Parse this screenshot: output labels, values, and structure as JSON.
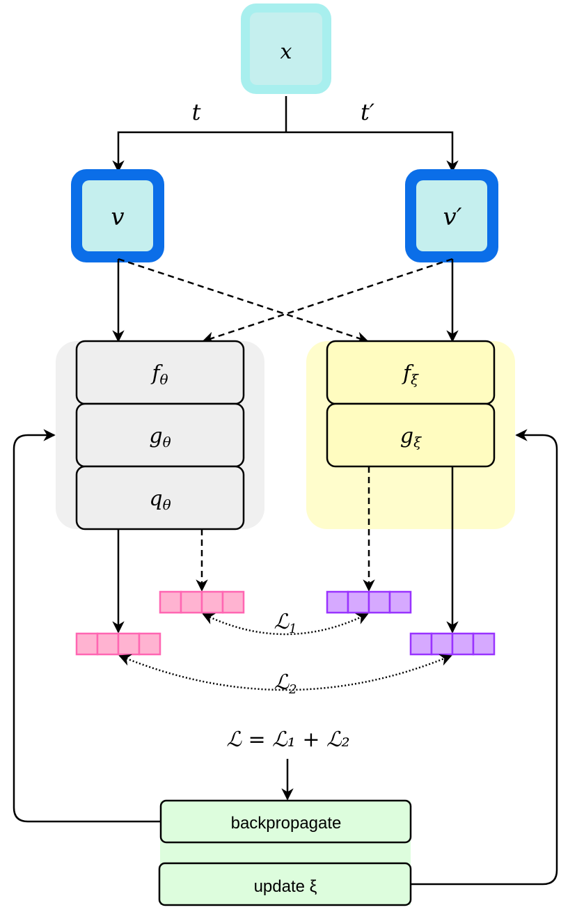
{
  "nodes": {
    "x": "x",
    "v": "v",
    "v_prime": "v′",
    "online": {
      "f": "f",
      "f_sub": "θ",
      "g": "g",
      "g_sub": "θ",
      "q": "q",
      "q_sub": "θ"
    },
    "target": {
      "f": "f",
      "f_sub": "ξ",
      "g": "g",
      "g_sub": "ξ"
    }
  },
  "edges": {
    "t": "t",
    "t_prime": "t′"
  },
  "losses": {
    "l1": "ℒ",
    "l1_sub": "1",
    "l2": "ℒ",
    "l2_sub": "2",
    "total": "ℒ = ℒ₁ + ℒ₂"
  },
  "actions": {
    "backprop": "backpropagate",
    "update": "update ξ"
  },
  "colors": {
    "input_outer": "#a8efee",
    "input_inner": "#c5efee",
    "view_border": "#0b6ee8",
    "online_bg": "#f0f0f0",
    "online_block": "#eeeeee",
    "target_bg": "#fffdcc",
    "target_block": "#fffcc0",
    "pink_fill": "#ffb3d1",
    "pink_stroke": "#ff66b2",
    "purple_fill": "#d6a9ff",
    "purple_stroke": "#9933ff",
    "green_fill": "#ddfddd"
  }
}
